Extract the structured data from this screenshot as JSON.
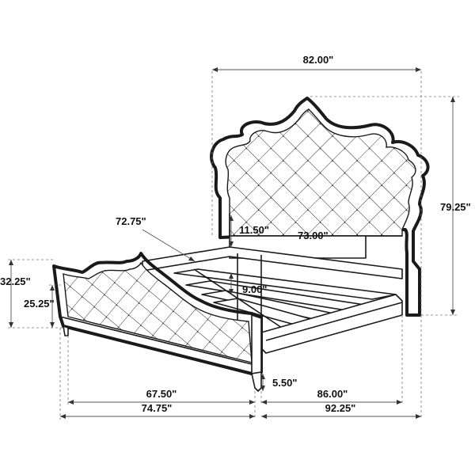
{
  "dimensions": {
    "overall_width": "82.00\"",
    "overall_height": "79.25\"",
    "diagonal_length": "72.75\"",
    "headboard_gap": "11.50\"",
    "inner_width": "73.00\"",
    "slat_gap": "9.00\"",
    "footboard_height": "32.25\"",
    "footboard_inner_height": "25.25\"",
    "leg_clearance": "5.50\"",
    "inner_length": "67.50\"",
    "outer_length": "74.75\"",
    "side_inner": "86.00\"",
    "side_outer": "92.25\""
  }
}
